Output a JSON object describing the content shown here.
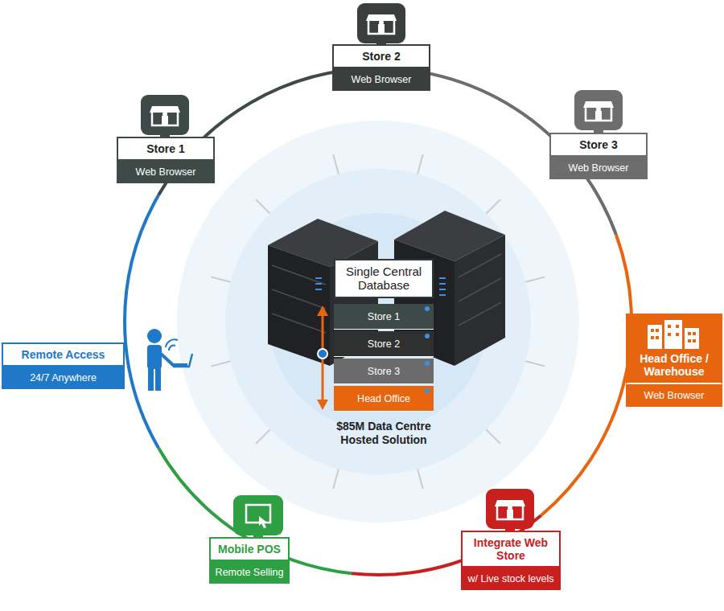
{
  "diagram": {
    "nodes": [
      {
        "text": [
          "Store 2",
          "Web Browser"
        ]
      },
      {
        "text": [
          "Store 1",
          "Web Browser"
        ]
      },
      {
        "text": [
          "Store 3",
          "Web Browser"
        ]
      },
      {
        "text": [
          "Single Central Database"
        ]
      },
      {
        "text": [
          "Store 1"
        ]
      },
      {
        "text": [
          "Store 2"
        ]
      },
      {
        "text": [
          "Store 3"
        ]
      },
      {
        "text": [
          "Head Office"
        ]
      },
      {
        "text": [
          "Remote Access",
          "24/7 Anywhere"
        ]
      },
      {
        "text": [
          "Head Office / Warehouse",
          "Web Browser"
        ]
      },
      {
        "text": [
          "Mobile POS",
          "Remote Selling"
        ]
      },
      {
        "text": [
          "Integrate Web Store",
          "w/ Live stock levels"
        ]
      }
    ],
    "labels": [
      "$85M Data Centre Hosted Solution"
    ]
  }
}
